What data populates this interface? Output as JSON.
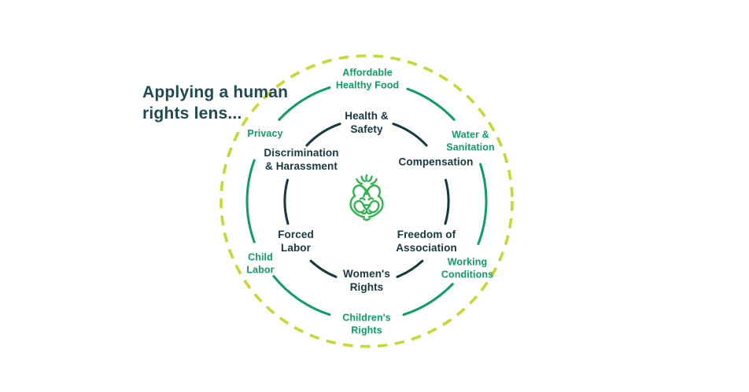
{
  "title": "Applying a human rights lens...",
  "colors": {
    "dark_teal": "#16383f",
    "title_teal": "#1f4a52",
    "green": "#0d9e66",
    "lime_dashed": "#c6d831",
    "lion_green": "#2bb44a",
    "background": "#ffffff"
  },
  "diagram": {
    "center_icon": "ahold-delhaize-lion-icon",
    "inner_labels": [
      {
        "id": "health-safety",
        "lines": [
          "Health &",
          "Safety"
        ]
      },
      {
        "id": "compensation",
        "lines": [
          "Compensation"
        ]
      },
      {
        "id": "freedom-association",
        "lines": [
          "Freedom of",
          "Association"
        ]
      },
      {
        "id": "womens-rights",
        "lines": [
          "Women's",
          "Rights"
        ]
      },
      {
        "id": "forced-labor",
        "lines": [
          "Forced",
          "Labor"
        ]
      },
      {
        "id": "discrimination-harassment",
        "lines": [
          "Discrimination",
          "& Harassment"
        ]
      }
    ],
    "outer_labels": [
      {
        "id": "affordable-healthy-food",
        "lines": [
          "Affordable",
          "Healthy Food"
        ]
      },
      {
        "id": "water-sanitation",
        "lines": [
          "Water &",
          "Sanitation"
        ]
      },
      {
        "id": "working-conditions",
        "lines": [
          "Working",
          "Conditions"
        ]
      },
      {
        "id": "childrens-rights",
        "lines": [
          "Children's",
          "Rights"
        ]
      },
      {
        "id": "child-labor",
        "lines": [
          "Child",
          "Labor"
        ]
      },
      {
        "id": "privacy",
        "lines": [
          "Privacy"
        ]
      }
    ]
  }
}
